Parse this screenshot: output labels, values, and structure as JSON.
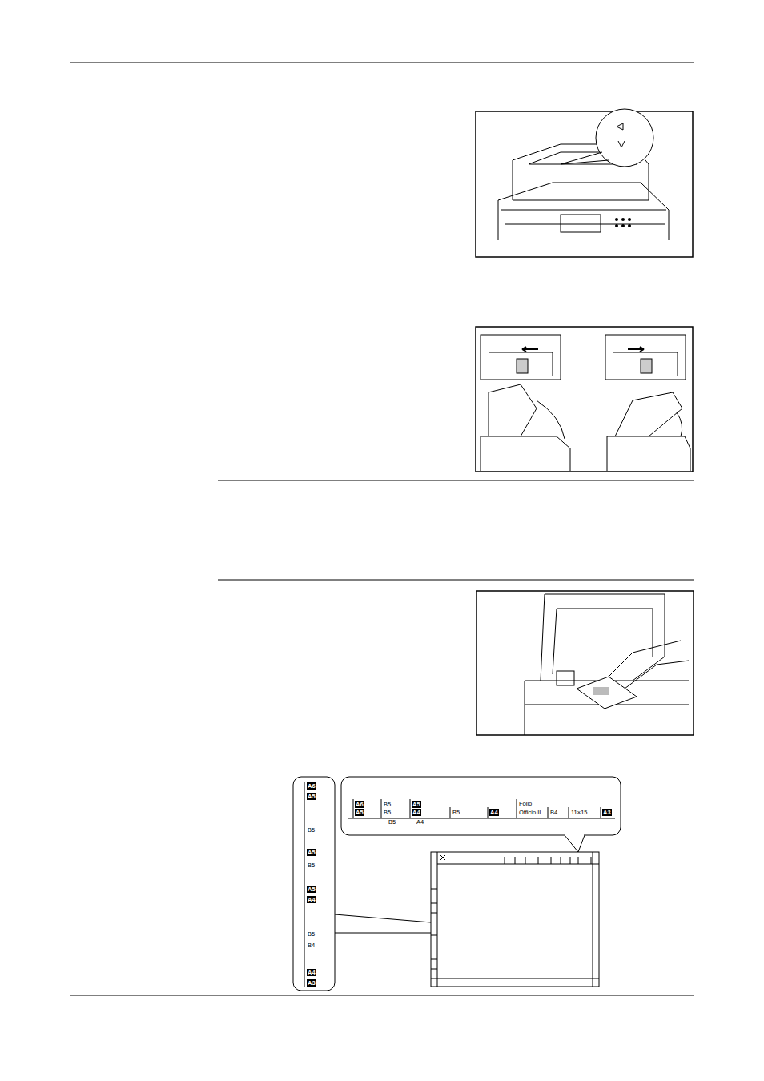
{
  "diagram": {
    "labels": [
      "A6",
      "A5",
      "B5",
      "A5",
      "B5",
      "A5",
      "A4",
      "B5",
      "B4",
      "A4",
      "A3",
      "A6",
      "A5",
      "B5",
      "B5",
      "B5",
      "A5",
      "A4",
      "A4",
      "B5",
      "A4",
      "Folio",
      "Officio II",
      "B4",
      "11×15",
      "A3"
    ]
  }
}
